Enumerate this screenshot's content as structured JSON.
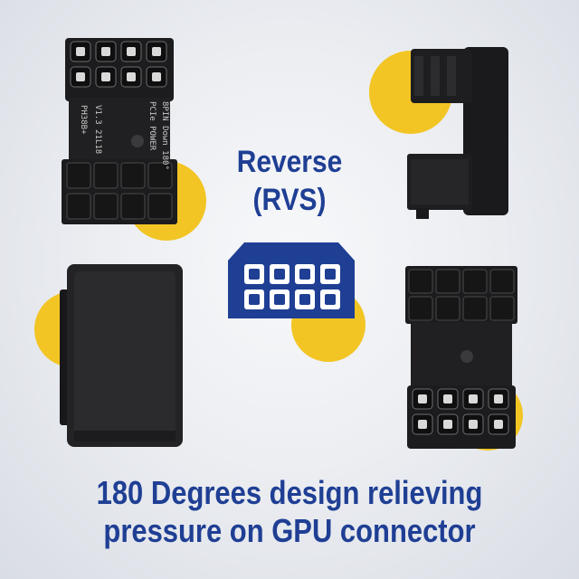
{
  "center_label": {
    "line1": "Reverse",
    "line2": "(RVS)"
  },
  "tagline": {
    "line1": "180 Degrees design relieving",
    "line2": "pressure on GPU connector"
  },
  "board_print": {
    "model": "PH38B+",
    "version": "V1.3  21L18",
    "line_a": "PCIe POWER",
    "line_b": "8PIN Down 180°"
  },
  "colors": {
    "accent_blue": "#1f3f94",
    "accent_yellow": "#f2c524",
    "connector_black": "#1c1c1e"
  }
}
